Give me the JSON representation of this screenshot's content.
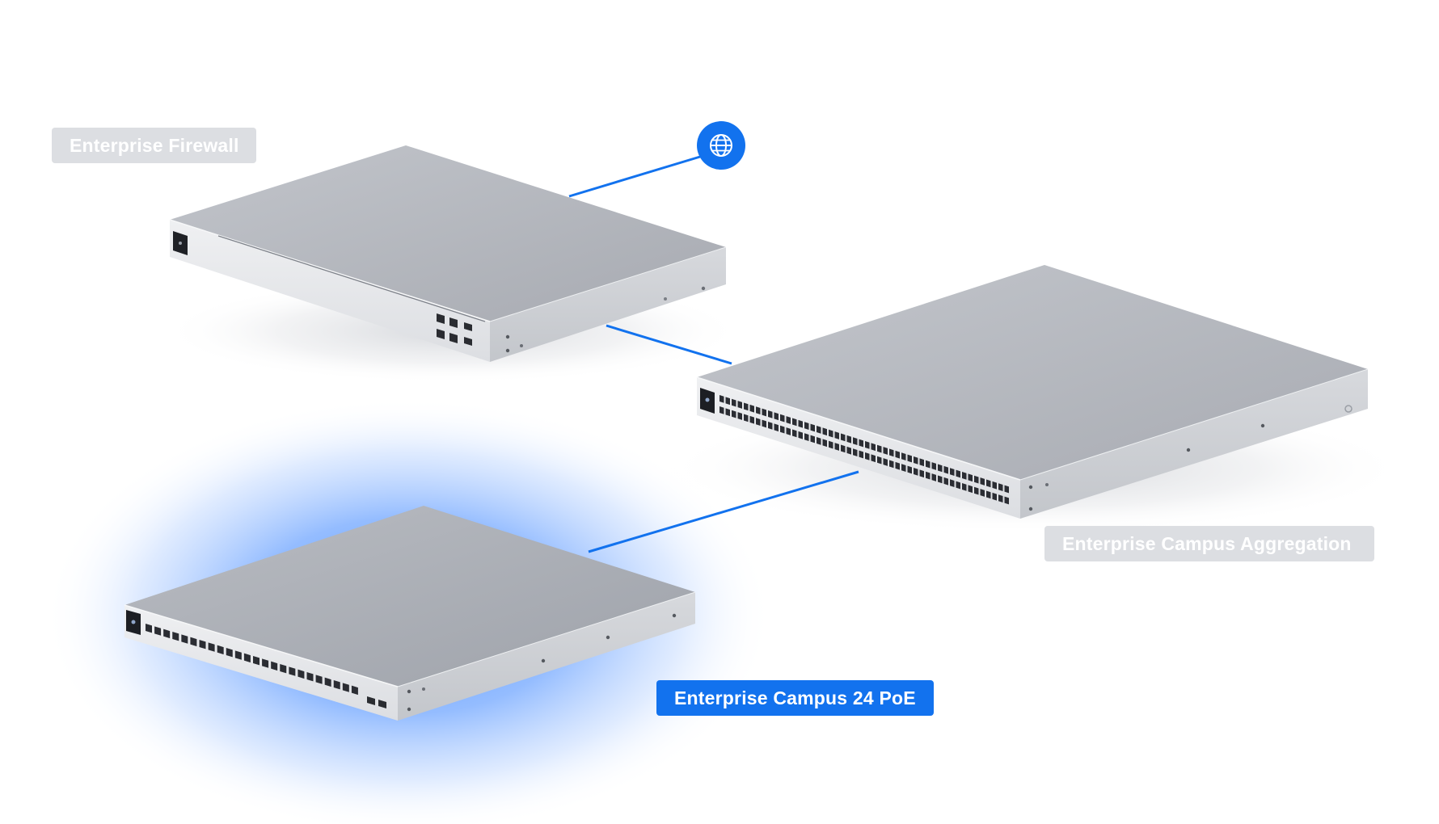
{
  "devices": {
    "firewall": {
      "label": "Enterprise Firewall",
      "state": "inactive"
    },
    "aggregation": {
      "label": "Enterprise Campus Aggregation",
      "state": "inactive"
    },
    "campus24": {
      "label": "Enterprise Campus 24 PoE",
      "state": "selected"
    }
  },
  "internet": {
    "icon": "globe-icon"
  },
  "colors": {
    "accent": "#1272ee",
    "label_inactive_bg": "#dcdee2",
    "device_top": "#aeb1b7",
    "device_front": "#e7e8eb",
    "device_side": "#c9cbcf",
    "glow": "#2b7cff"
  }
}
